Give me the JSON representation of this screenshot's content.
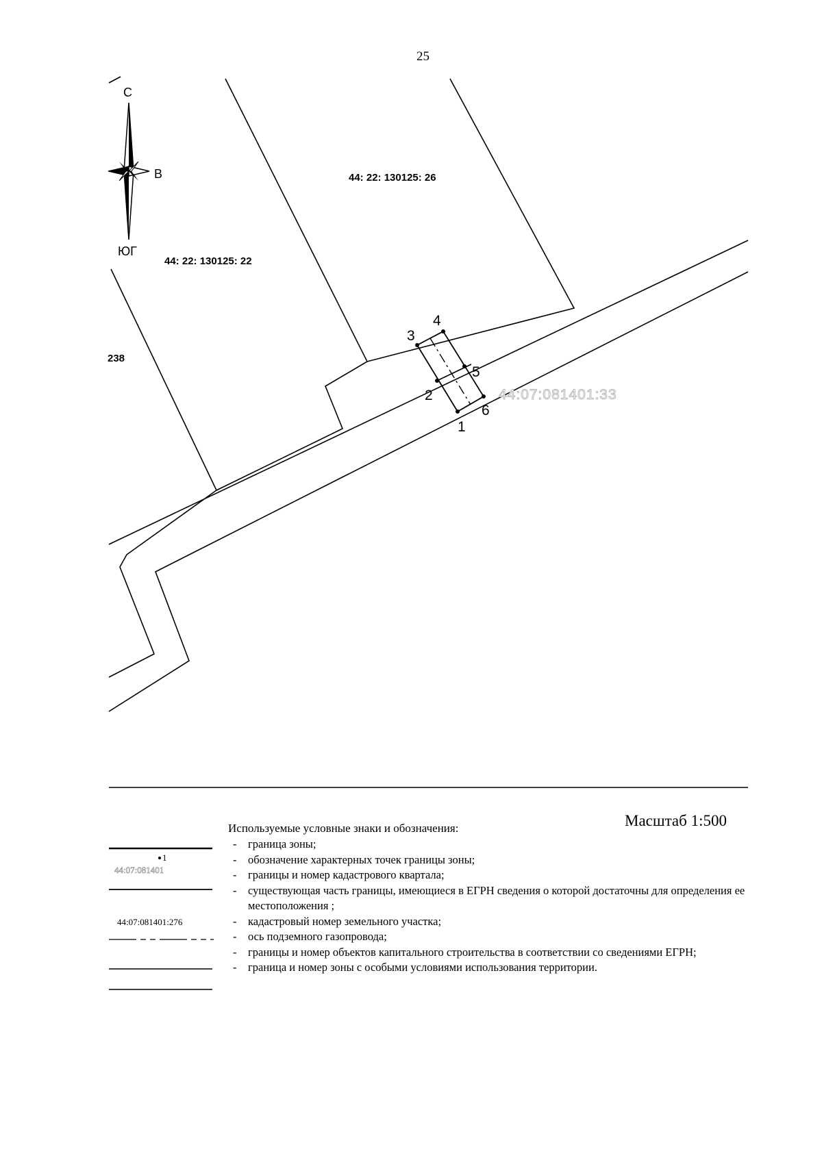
{
  "page": {
    "number": "25"
  },
  "map": {
    "parcels": [
      {
        "id": "parcel-26",
        "cadastral_number": "44: 22: 130125: 26"
      },
      {
        "id": "parcel-22",
        "cadastral_number": "44: 22: 130125: 22"
      },
      {
        "id": "parcel-238",
        "cadastral_number": "238"
      }
    ],
    "faded_cadastral_label": "44:07:081401:33",
    "boundary_points": [
      "1",
      "2",
      "3",
      "4",
      "5",
      "6"
    ],
    "compass": {
      "north": "С",
      "east": "В",
      "south": "ЮГ"
    }
  },
  "legend": {
    "scale": "Масштаб 1:500",
    "title": "Используемые условные знаки и обозначения:",
    "items": [
      {
        "text": "граница зоны;"
      },
      {
        "text": "обозначение характерных точек границы зоны;"
      },
      {
        "text": "границы и номер кадастрового квартала;"
      },
      {
        "text": "существующая часть границы, имеющиеся в ЕГРН сведения о которой достаточны для определения ее местоположения ;"
      },
      {
        "text": "кадастровый номер земельного участка;"
      },
      {
        "text": "ось подземного газопровода;"
      },
      {
        "text": "границы и номер объектов капитального строительства в соответствии со сведениями ЕГРН;"
      },
      {
        "text": "граница и номер зоны с особыми условиями использования территории."
      }
    ],
    "symbols": {
      "point_number": "1",
      "quarter_number": "44:07:081401",
      "parcel_number": "44:07:081401:276"
    }
  }
}
